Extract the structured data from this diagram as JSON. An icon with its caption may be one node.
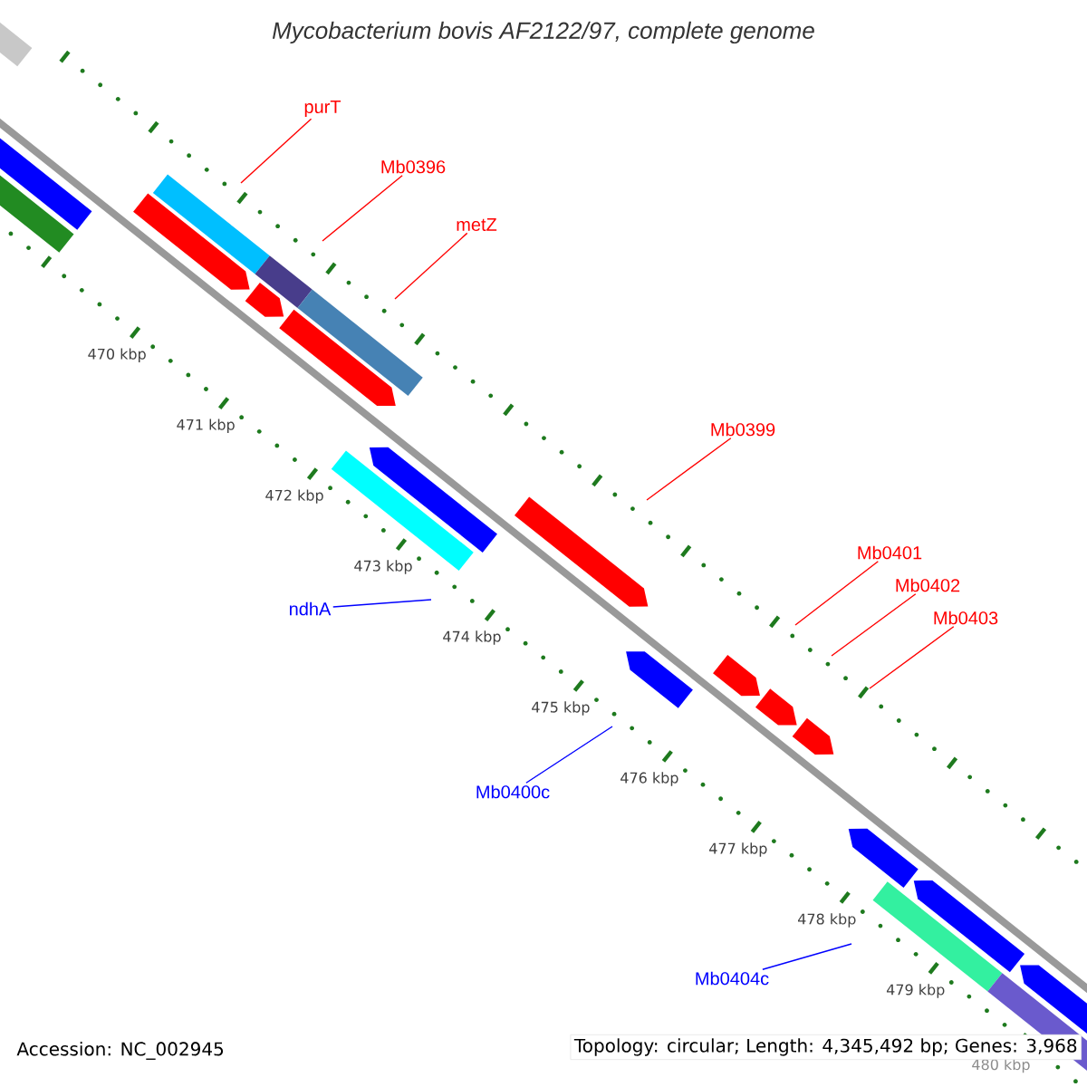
{
  "diagram": {
    "title": "Mycobacterium bovis AF2122/97, complete genome",
    "nodes": [
      {
        "text": [
          "purT"
        ]
      },
      {
        "text": [
          "Mb0396"
        ]
      },
      {
        "text": [
          "metZ"
        ]
      },
      {
        "text": [
          "Mb0399"
        ]
      },
      {
        "text": [
          "Mb0401"
        ]
      },
      {
        "text": [
          "Mb0402"
        ]
      },
      {
        "text": [
          "Mb0403"
        ]
      },
      {
        "text": [
          "ndhA"
        ]
      },
      {
        "text": [
          "Mb0400c"
        ]
      },
      {
        "text": [
          "Mb0404c"
        ]
      }
    ],
    "edges": [
      {
        "from": 0,
        "to": null,
        "arrow": "none"
      },
      {
        "from": 1,
        "to": null,
        "arrow": "none"
      },
      {
        "from": 2,
        "to": null,
        "arrow": "none"
      },
      {
        "from": 3,
        "to": null,
        "arrow": "none"
      },
      {
        "from": 4,
        "to": null,
        "arrow": "none"
      },
      {
        "from": 5,
        "to": null,
        "arrow": "none"
      },
      {
        "from": 6,
        "to": null,
        "arrow": "none"
      },
      {
        "from": 7,
        "to": null,
        "arrow": "none",
        "color": "#0000ff"
      },
      {
        "from": 8,
        "to": null,
        "arrow": "none",
        "color": "#0000ff"
      },
      {
        "from": 9,
        "to": null,
        "arrow": "none",
        "color": "#0000ff"
      }
    ],
    "labels": [
      "470 kbp",
      "471 kbp",
      "472 kbp",
      "473 kbp",
      "474 kbp",
      "475 kbp",
      "476 kbp",
      "477 kbp",
      "478 kbp",
      "479 kbp",
      "480 kbp",
      "Accession: NC_002945",
      "Topology: circular; Length: 4,345,492 bp; Genes: 3,968"
    ]
  }
}
